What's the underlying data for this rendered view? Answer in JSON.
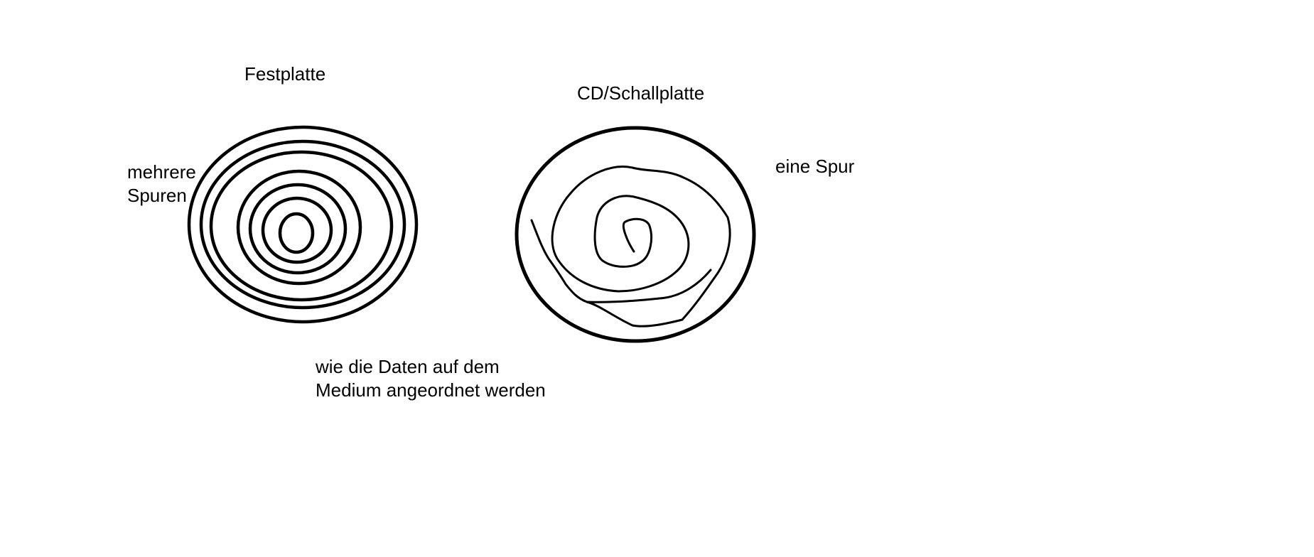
{
  "diagram": {
    "left": {
      "title": "Festplatte",
      "annotation_lines": [
        "mehrere",
        "Spuren"
      ]
    },
    "right": {
      "title": "CD/Schallplatte",
      "annotation": "eine Spur"
    },
    "caption_lines": [
      "wie die Daten auf dem",
      "Medium angeordnet werden"
    ]
  }
}
